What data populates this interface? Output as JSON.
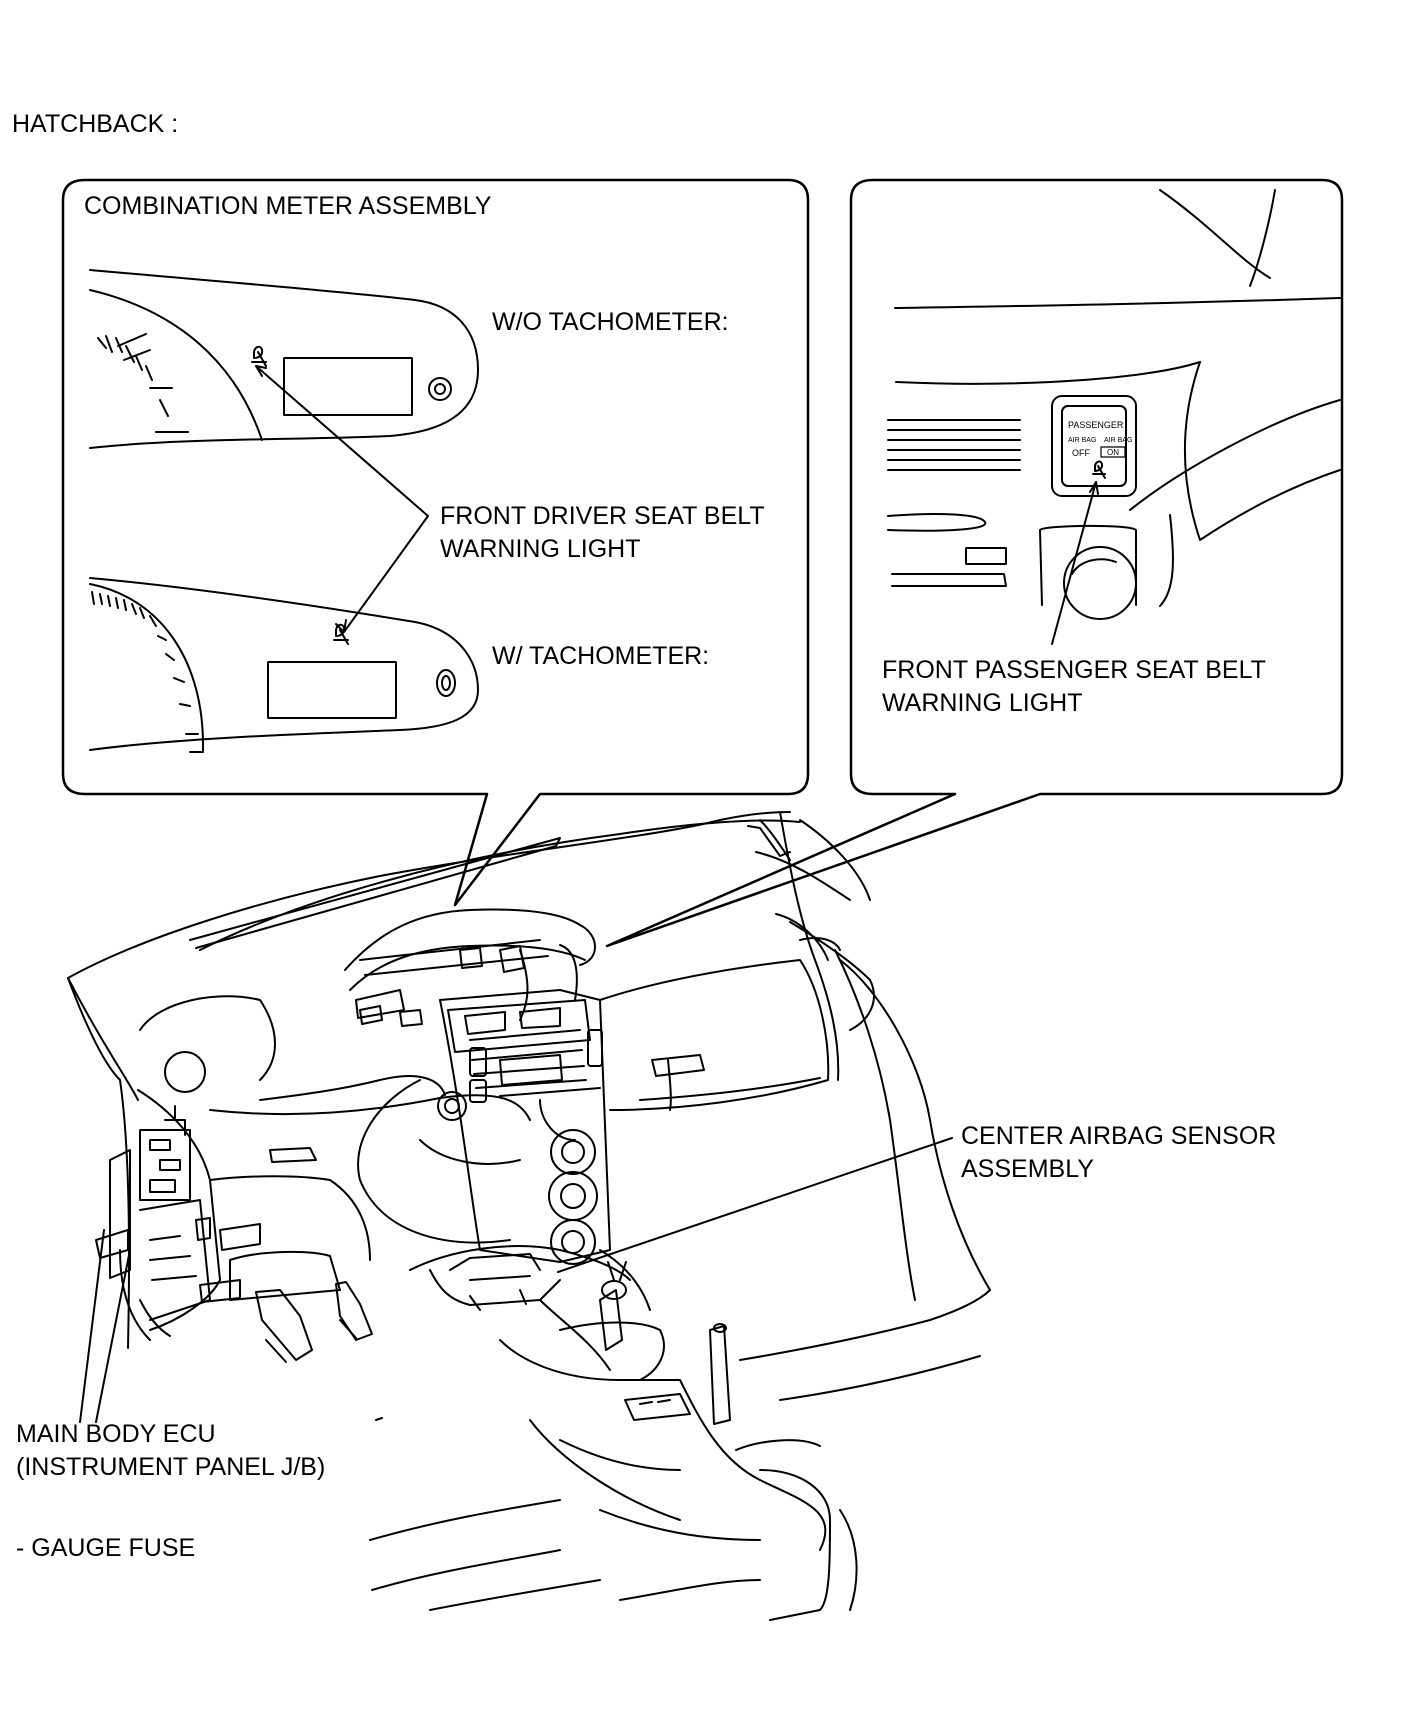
{
  "header": {
    "title": "HATCHBACK :"
  },
  "callouts": {
    "left_box_title": "COMBINATION METER ASSEMBLY",
    "wo_tachometer": "W/O TACHOMETER:",
    "w_tachometer": "W/ TACHOMETER:",
    "driver_light_line1": "FRONT DRIVER SEAT BELT",
    "driver_light_line2": "WARNING LIGHT",
    "passenger_light_line1": "FRONT PASSENGER SEAT BELT",
    "passenger_light_line2": "WARNING LIGHT"
  },
  "passenger_panel": {
    "heading": "PASSENGER",
    "left_line1": "AIR BAG",
    "left_line2": "OFF",
    "right_line1": "AIR BAG",
    "right_line2": "ON"
  },
  "components": {
    "airbag_sensor_line1": "CENTER AIRBAG SENSOR",
    "airbag_sensor_line2": "ASSEMBLY",
    "ecu_line1": "MAIN BODY ECU",
    "ecu_line2": "(INSTRUMENT PANEL J/B)",
    "fuse": "- GAUGE FUSE"
  }
}
